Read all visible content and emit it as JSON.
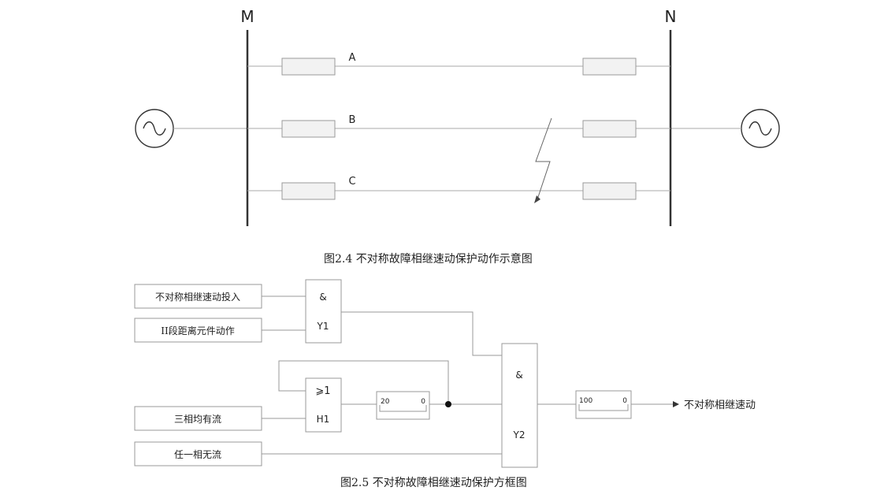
{
  "figure_1": {
    "bus_left_label": "M",
    "bus_right_label": "N",
    "phases": [
      {
        "label": "A"
      },
      {
        "label": "B"
      },
      {
        "label": "C"
      }
    ],
    "caption": "图2.4 不对称故障相继速动保护动作示意图"
  },
  "figure_2": {
    "inputs": {
      "enable": "不对称相继速动投入",
      "zone2": "II段距离元件动作",
      "three_phase_current": "三相均有流",
      "any_phase_no_current": "任一相无流"
    },
    "gates": {
      "y1_symbol": "&",
      "y1_name": "Y1",
      "h1_symbol": "⩾1",
      "h1_name": "H1",
      "y2_symbol": "&",
      "y2_name": "Y2"
    },
    "timers": {
      "t1_left": "20",
      "t1_right": "0",
      "t2_left": "100",
      "t2_right": "0"
    },
    "output": "不对称相继速动",
    "caption": "图2.5 不对称故障相继速动保护方框图"
  }
}
